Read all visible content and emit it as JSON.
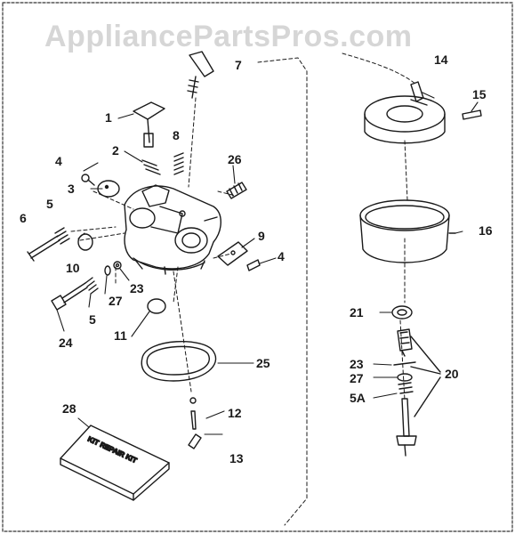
{
  "watermark": "AppliancePartsPros.com",
  "kit_label": "KIT REPAIR KIT",
  "callouts": [
    {
      "id": "c7",
      "label": "7"
    },
    {
      "id": "c14",
      "label": "14"
    },
    {
      "id": "c15",
      "label": "15"
    },
    {
      "id": "c1",
      "label": "1"
    },
    {
      "id": "c8",
      "label": "8"
    },
    {
      "id": "c2",
      "label": "2"
    },
    {
      "id": "c26",
      "label": "26"
    },
    {
      "id": "c4a",
      "label": "4"
    },
    {
      "id": "c3",
      "label": "3"
    },
    {
      "id": "c6",
      "label": "6"
    },
    {
      "id": "c5a",
      "label": "5"
    },
    {
      "id": "c16",
      "label": "16"
    },
    {
      "id": "c9",
      "label": "9"
    },
    {
      "id": "c4b",
      "label": "4"
    },
    {
      "id": "c10",
      "label": "10"
    },
    {
      "id": "c23a",
      "label": "23"
    },
    {
      "id": "c27a",
      "label": "27"
    },
    {
      "id": "c5b",
      "label": "5"
    },
    {
      "id": "c21",
      "label": "21"
    },
    {
      "id": "c24",
      "label": "24"
    },
    {
      "id": "c11",
      "label": "11"
    },
    {
      "id": "c25",
      "label": "25"
    },
    {
      "id": "c23b",
      "label": "23"
    },
    {
      "id": "c20",
      "label": "20"
    },
    {
      "id": "c27b",
      "label": "27"
    },
    {
      "id": "c5A",
      "label": "5A"
    },
    {
      "id": "c28",
      "label": "28"
    },
    {
      "id": "c12",
      "label": "12"
    },
    {
      "id": "c13",
      "label": "13"
    }
  ]
}
